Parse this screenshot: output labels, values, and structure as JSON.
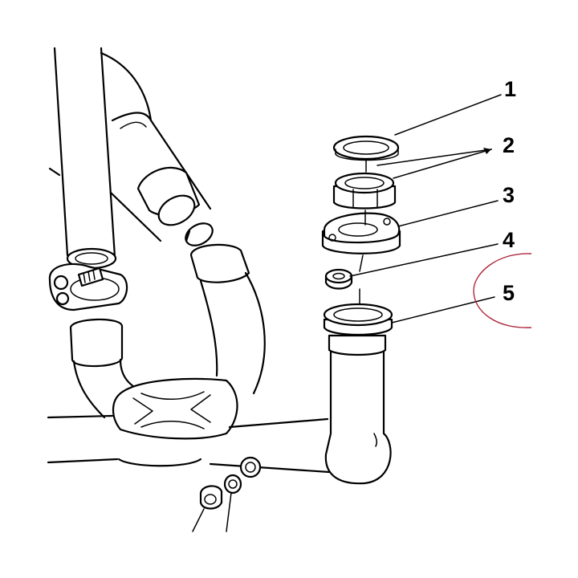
{
  "callouts": [
    {
      "id": "1",
      "label": "1"
    },
    {
      "id": "2",
      "label": "2"
    },
    {
      "id": "3",
      "label": "3"
    },
    {
      "id": "4",
      "label": "4"
    },
    {
      "id": "5",
      "label": "5"
    }
  ],
  "colors": {
    "line": "#000000",
    "background": "#ffffff",
    "highlight_circle": "#b0283c"
  }
}
